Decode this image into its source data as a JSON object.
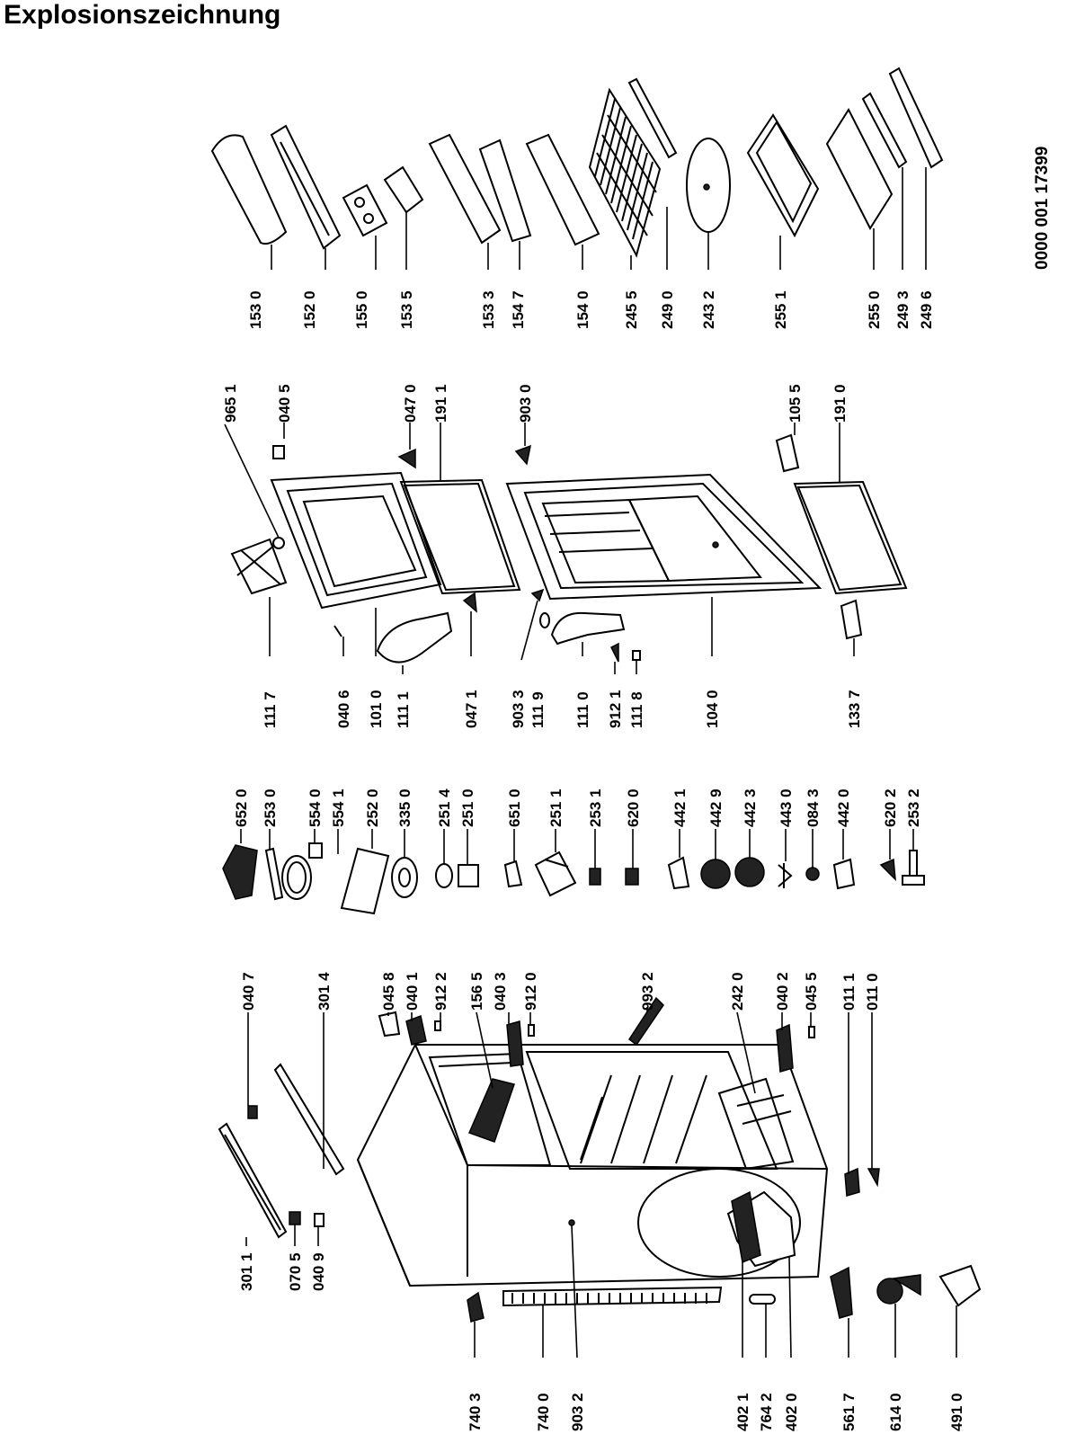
{
  "title": "Explosionszeichnung",
  "document_number": "0000 001 17399",
  "parts": {
    "p1530": "153 0",
    "p1520": "152 0",
    "p1550": "155 0",
    "p1535": "153 5",
    "p1533": "153 3",
    "p1547": "154 7",
    "p1540": "154 0",
    "p2455": "245 5",
    "p2490": "249 0",
    "p2432": "243 2",
    "p2551": "255 1",
    "p2550": "255 0",
    "p2493": "249 3",
    "p2496": "249 6",
    "p9651": "965 1",
    "p0405": "040 5",
    "p0470": "047 0",
    "p1911": "191 1",
    "p9030": "903 0",
    "p1055": "105 5",
    "p1910": "191 0",
    "p1117": "111 7",
    "p0406": "040 6",
    "p1010": "101 0",
    "p1111": "111 1",
    "p0471": "047 1",
    "p9033": "903 3",
    "p1119": "111 9",
    "p1110": "111 0",
    "p9121": "912 1",
    "p1118": "111 8",
    "p1040": "104 0",
    "p1337": "133 7",
    "p6520": "652 0",
    "p2530": "253 0",
    "p5540": "554 0",
    "p5541": "554 1",
    "p2520": "252 0",
    "p3350": "335 0",
    "p2514": "251 4",
    "p2510": "251 0",
    "p6510": "651 0",
    "p2511": "251 1",
    "p2531": "253 1",
    "p6200": "620 0",
    "p4421": "442 1",
    "p4429": "442 9",
    "p4423": "442 3",
    "p4430": "443 0",
    "p0843": "084 3",
    "p4420": "442 0",
    "p6202": "620 2",
    "p2532": "253 2",
    "p0407": "040 7",
    "p3014": "301 4",
    "p0458": "045 8",
    "p0401": "040 1",
    "p9122": "912 2",
    "p1565": "156 5",
    "p0403": "040 3",
    "p9120": "912 0",
    "p9932": "993 2",
    "p2420": "242 0",
    "p0402": "040 2",
    "p0455": "045 5",
    "p0111": "011 1",
    "p0110": "011 0",
    "p3011": "301 1",
    "p0705": "070 5",
    "p0409": "040 9",
    "p7403": "740 3",
    "p7400": "740 0",
    "p9032": "903 2",
    "p4021": "402 1",
    "p7642": "764 2",
    "p4020": "402 0",
    "p5617": "561 7",
    "p6140": "614 0",
    "p4910": "491 0"
  }
}
